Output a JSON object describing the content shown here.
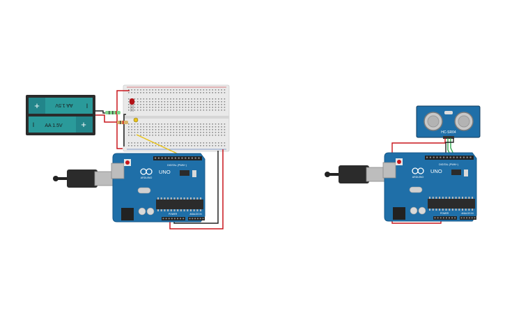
{
  "battery_pack": {
    "cell_top_label": "AA 1.5V",
    "cell_bottom_label": "AA 1.5V",
    "plus": "+",
    "minus": "I"
  },
  "arduino_left": {
    "brand": "ARDUINO",
    "model": "UNO",
    "header_digital": "DIGITAL (PWM~)",
    "header_power": "POWER",
    "header_analog": "ANALOG IN"
  },
  "arduino_right": {
    "brand": "ARDUINO",
    "model": "UNO",
    "header_digital": "DIGITAL (PWM~)",
    "header_power": "POWER",
    "header_analog": "ANALOG IN"
  },
  "sensor": {
    "model": "HC-SR04"
  },
  "colors": {
    "board_blue": "#1f6fa8",
    "battery_teal": "#2a9a9a",
    "battery_body": "#2b2b2b",
    "breadboard": "#e9e9e9",
    "wire_red": "#c8151b",
    "wire_black": "#222222",
    "wire_yellow": "#e8c21a",
    "wire_green": "#2fa84f",
    "usb_gray": "#8a8a8a"
  }
}
